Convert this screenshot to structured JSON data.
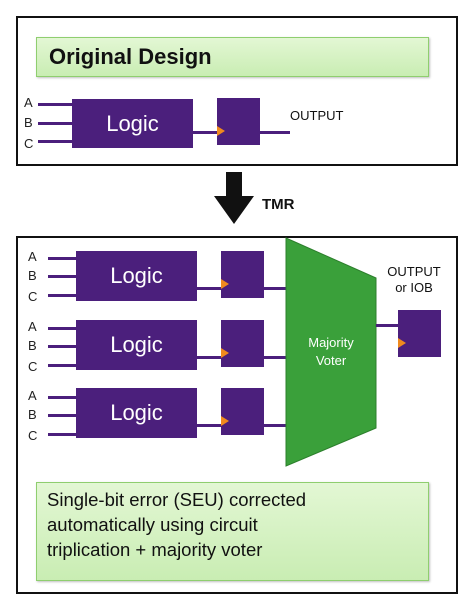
{
  "original": {
    "title": "Original Design",
    "inputs": [
      "A",
      "B",
      "C"
    ],
    "logic_label": "Logic",
    "output_label": "OUTPUT"
  },
  "transform": {
    "label": "TMR"
  },
  "tmr": {
    "inputs": [
      "A",
      "B",
      "C"
    ],
    "logic_label": "Logic",
    "voter_label_line1": "Majority",
    "voter_label_line2": "Voter",
    "output_label_line1": "OUTPUT",
    "output_label_line2": "or IOB",
    "note_line1": "Single-bit error (SEU) corrected",
    "note_line2": "automatically using circuit",
    "note_line3": "triplication + majority voter"
  },
  "colors": {
    "block": "#4b1f7c",
    "clock_marker": "#f08a1e",
    "voter": "#3aa03a",
    "banner": "#d5f2c2"
  }
}
